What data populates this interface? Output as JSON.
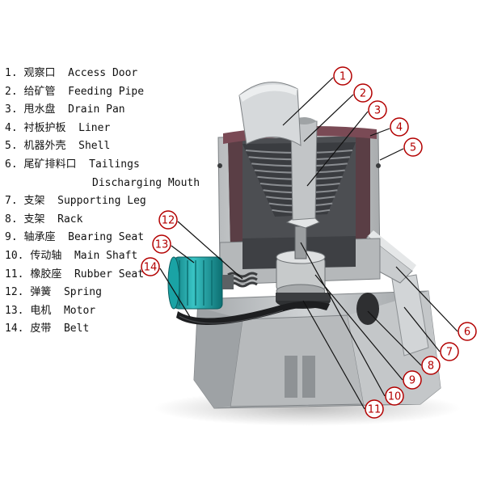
{
  "legend": [
    {
      "num": "1.",
      "zh": "观察口",
      "en": "Access Door"
    },
    {
      "num": "2.",
      "zh": "给矿管",
      "en": "Feeding Pipe"
    },
    {
      "num": "3.",
      "zh": "甩水盘",
      "en": "Drain Pan"
    },
    {
      "num": "4.",
      "zh": "衬板护板",
      "en": "Liner"
    },
    {
      "num": "5.",
      "zh": "机器外壳",
      "en": "Shell"
    },
    {
      "num": "6.",
      "zh": "尾矿排料口",
      "en": "Tailings"
    },
    {
      "num": "",
      "zh": "",
      "en": "Discharging Mouth",
      "continuation": true
    },
    {
      "num": "7.",
      "zh": "支架",
      "en": "Supporting Leg"
    },
    {
      "num": "8.",
      "zh": "支架",
      "en": "Rack"
    },
    {
      "num": "9.",
      "zh": "轴承座",
      "en": "Bearing Seat"
    },
    {
      "num": "10.",
      "zh": "传动轴",
      "en": "Main Shaft"
    },
    {
      "num": "11.",
      "zh": "橡胶座",
      "en": "Rubber Seat"
    },
    {
      "num": "12.",
      "zh": "弹簧",
      "en": "Spring"
    },
    {
      "num": "13.",
      "zh": "电机",
      "en": "Motor"
    },
    {
      "num": "14.",
      "zh": "皮带",
      "en": "Belt"
    }
  ],
  "callouts": [
    "1",
    "2",
    "3",
    "4",
    "5",
    "6",
    "7",
    "8",
    "9",
    "10",
    "11",
    "12",
    "13",
    "14"
  ],
  "colors": {
    "callout_red": "#b30000",
    "machine_gray": "#c9cbcc",
    "liner_dark": "#4a3b3f",
    "motor_teal": "#1ea6a8"
  }
}
